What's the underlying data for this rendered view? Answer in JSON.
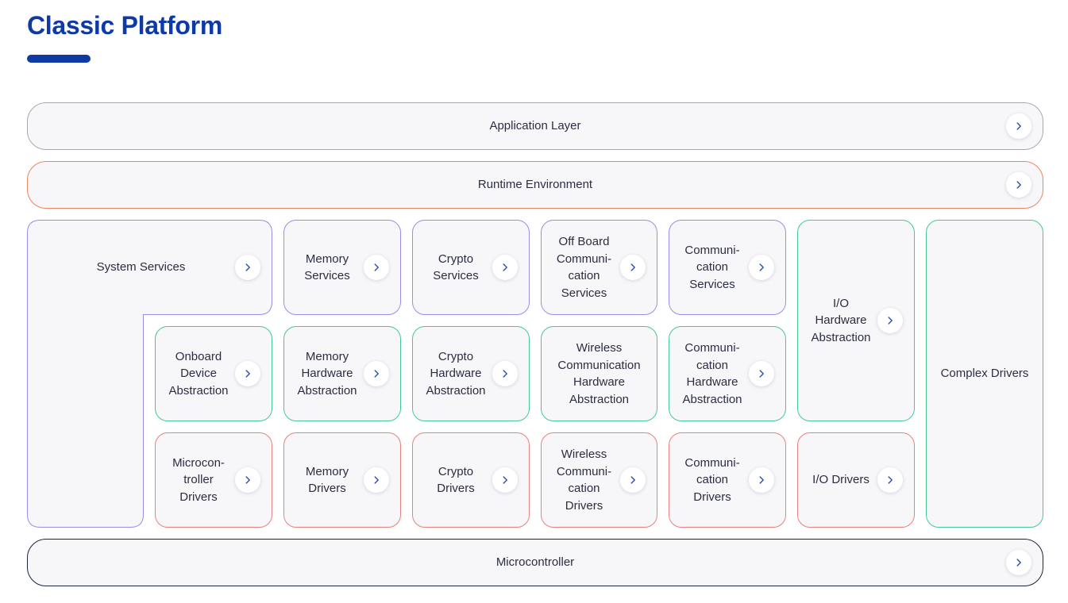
{
  "page": {
    "title": "Classic Platform"
  },
  "layers": {
    "application": "Application Layer",
    "runtime": "Runtime Environment",
    "microcontroller": "Microcontroller"
  },
  "services": {
    "system": "System Services",
    "memory": "Memory\nServices",
    "crypto": "Crypto\nServices",
    "offboard": "Off Board\nCommuni-\ncation\nServices",
    "communication": "Communi-\ncation\nServices"
  },
  "abstraction": {
    "onboard": "Onboard\nDevice\nAbstraction",
    "memory": "Memory\nHardware\nAbstraction",
    "crypto": "Crypto\nHardware\nAbstraction",
    "wireless": "Wireless\nCommunication\nHardware\nAbstraction",
    "communication": "Communi-\ncation\nHardware\nAbstraction",
    "io": "I/O\nHardware\nAbstraction"
  },
  "drivers": {
    "microcontroller": "Microcon-\ntroller\nDrivers",
    "memory": "Memory\nDrivers",
    "crypto": "Crypto\nDrivers",
    "wireless": "Wireless\nCommuni-\ncation\nDrivers",
    "communication": "Communi-\ncation\nDrivers",
    "io": "I/O Drivers",
    "complex": "Complex Drivers"
  },
  "colors": {
    "title": "#0d3aa5",
    "application_border": "#a8a8b2",
    "runtime_border": "#ee8463",
    "services_border": "#9b8de8",
    "abstraction_border": "#46c895",
    "drivers_border": "#ea7f7f",
    "microcontroller_border": "#1b2440",
    "arrow": "#2a4fb0"
  },
  "icons": {
    "arrow": "chevron-right-icon"
  }
}
